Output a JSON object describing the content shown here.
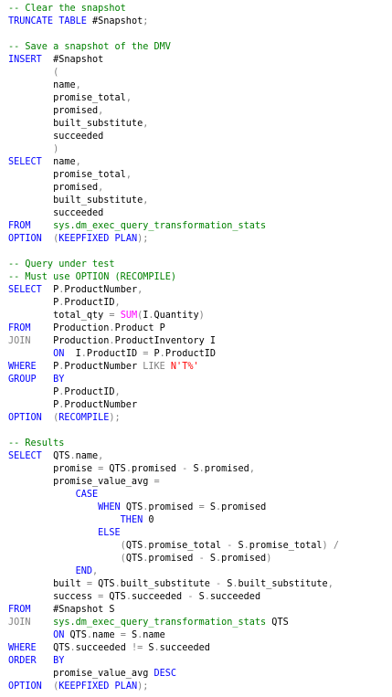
{
  "editor": {
    "lines": [
      [
        {
          "t": "-- Clear the snapshot",
          "c": "cm"
        }
      ],
      [
        {
          "t": "TRUNCATE TABLE",
          "c": "kw"
        },
        {
          "t": " #Snapshot",
          "c": "id"
        },
        {
          "t": ";",
          "c": "gr"
        }
      ],
      [],
      [
        {
          "t": "-- Save a snapshot of the DMV",
          "c": "cm"
        }
      ],
      [
        {
          "t": "INSERT",
          "c": "kw"
        },
        {
          "t": "  #Snapshot",
          "c": "id"
        }
      ],
      [
        {
          "t": "        (",
          "c": "gr"
        }
      ],
      [
        {
          "t": "        name",
          "c": "id"
        },
        {
          "t": ",",
          "c": "gr"
        }
      ],
      [
        {
          "t": "        promise_total",
          "c": "id"
        },
        {
          "t": ",",
          "c": "gr"
        }
      ],
      [
        {
          "t": "        promised",
          "c": "id"
        },
        {
          "t": ",",
          "c": "gr"
        }
      ],
      [
        {
          "t": "        built_substitute",
          "c": "id"
        },
        {
          "t": ",",
          "c": "gr"
        }
      ],
      [
        {
          "t": "        succeeded",
          "c": "id"
        }
      ],
      [
        {
          "t": "        )",
          "c": "gr"
        }
      ],
      [
        {
          "t": "SELECT",
          "c": "kw"
        },
        {
          "t": "  name",
          "c": "id"
        },
        {
          "t": ",",
          "c": "gr"
        }
      ],
      [
        {
          "t": "        promise_total",
          "c": "id"
        },
        {
          "t": ",",
          "c": "gr"
        }
      ],
      [
        {
          "t": "        promised",
          "c": "id"
        },
        {
          "t": ",",
          "c": "gr"
        }
      ],
      [
        {
          "t": "        built_substitute",
          "c": "id"
        },
        {
          "t": ",",
          "c": "gr"
        }
      ],
      [
        {
          "t": "        succeeded",
          "c": "id"
        }
      ],
      [
        {
          "t": "FROM",
          "c": "kw"
        },
        {
          "t": "    ",
          "c": "id"
        },
        {
          "t": "sys.dm_exec_query_transformation_stats",
          "c": "sys"
        }
      ],
      [
        {
          "t": "OPTION",
          "c": "kw"
        },
        {
          "t": "  (",
          "c": "gr"
        },
        {
          "t": "KEEPFIXED PLAN",
          "c": "kw"
        },
        {
          "t": ");",
          "c": "gr"
        }
      ],
      [],
      [
        {
          "t": "-- Query under test",
          "c": "cm"
        }
      ],
      [
        {
          "t": "-- Must use OPTION (RECOMPILE)",
          "c": "cm"
        }
      ],
      [
        {
          "t": "SELECT",
          "c": "kw"
        },
        {
          "t": "  P",
          "c": "id"
        },
        {
          "t": ".",
          "c": "gr"
        },
        {
          "t": "ProductNumber",
          "c": "id"
        },
        {
          "t": ",",
          "c": "gr"
        }
      ],
      [
        {
          "t": "        P",
          "c": "id"
        },
        {
          "t": ".",
          "c": "gr"
        },
        {
          "t": "ProductID",
          "c": "id"
        },
        {
          "t": ",",
          "c": "gr"
        }
      ],
      [
        {
          "t": "        total_qty ",
          "c": "id"
        },
        {
          "t": "=",
          "c": "gr"
        },
        {
          "t": " ",
          "c": "id"
        },
        {
          "t": "SUM",
          "c": "fn"
        },
        {
          "t": "(",
          "c": "gr"
        },
        {
          "t": "I",
          "c": "id"
        },
        {
          "t": ".",
          "c": "gr"
        },
        {
          "t": "Quantity",
          "c": "id"
        },
        {
          "t": ")",
          "c": "gr"
        }
      ],
      [
        {
          "t": "FROM",
          "c": "kw"
        },
        {
          "t": "    Production",
          "c": "id"
        },
        {
          "t": ".",
          "c": "gr"
        },
        {
          "t": "Product P",
          "c": "id"
        }
      ],
      [
        {
          "t": "JOIN",
          "c": "gr"
        },
        {
          "t": "    Production",
          "c": "id"
        },
        {
          "t": ".",
          "c": "gr"
        },
        {
          "t": "ProductInventory I",
          "c": "id"
        }
      ],
      [
        {
          "t": "        ",
          "c": "id"
        },
        {
          "t": "ON",
          "c": "kw"
        },
        {
          "t": "  I",
          "c": "id"
        },
        {
          "t": ".",
          "c": "gr"
        },
        {
          "t": "ProductID ",
          "c": "id"
        },
        {
          "t": "=",
          "c": "gr"
        },
        {
          "t": " P",
          "c": "id"
        },
        {
          "t": ".",
          "c": "gr"
        },
        {
          "t": "ProductID",
          "c": "id"
        }
      ],
      [
        {
          "t": "WHERE",
          "c": "kw"
        },
        {
          "t": "   P",
          "c": "id"
        },
        {
          "t": ".",
          "c": "gr"
        },
        {
          "t": "ProductNumber ",
          "c": "id"
        },
        {
          "t": "LIKE",
          "c": "gr"
        },
        {
          "t": " ",
          "c": "id"
        },
        {
          "t": "N'T%'",
          "c": "str"
        }
      ],
      [
        {
          "t": "GROUP",
          "c": "kw"
        },
        {
          "t": "   ",
          "c": "id"
        },
        {
          "t": "BY",
          "c": "kw"
        }
      ],
      [
        {
          "t": "        P",
          "c": "id"
        },
        {
          "t": ".",
          "c": "gr"
        },
        {
          "t": "ProductID",
          "c": "id"
        },
        {
          "t": ",",
          "c": "gr"
        }
      ],
      [
        {
          "t": "        P",
          "c": "id"
        },
        {
          "t": ".",
          "c": "gr"
        },
        {
          "t": "ProductNumber",
          "c": "id"
        }
      ],
      [
        {
          "t": "OPTION",
          "c": "kw"
        },
        {
          "t": "  (",
          "c": "gr"
        },
        {
          "t": "RECOMPILE",
          "c": "kw"
        },
        {
          "t": ");",
          "c": "gr"
        }
      ],
      [],
      [
        {
          "t": "-- Results",
          "c": "cm"
        }
      ],
      [
        {
          "t": "SELECT",
          "c": "kw"
        },
        {
          "t": "  QTS",
          "c": "id"
        },
        {
          "t": ".",
          "c": "gr"
        },
        {
          "t": "name",
          "c": "id"
        },
        {
          "t": ",",
          "c": "gr"
        }
      ],
      [
        {
          "t": "        promise ",
          "c": "id"
        },
        {
          "t": "=",
          "c": "gr"
        },
        {
          "t": " QTS",
          "c": "id"
        },
        {
          "t": ".",
          "c": "gr"
        },
        {
          "t": "promised ",
          "c": "id"
        },
        {
          "t": "-",
          "c": "gr"
        },
        {
          "t": " S",
          "c": "id"
        },
        {
          "t": ".",
          "c": "gr"
        },
        {
          "t": "promised",
          "c": "id"
        },
        {
          "t": ",",
          "c": "gr"
        }
      ],
      [
        {
          "t": "        promise_value_avg ",
          "c": "id"
        },
        {
          "t": "=",
          "c": "gr"
        }
      ],
      [
        {
          "t": "            ",
          "c": "id"
        },
        {
          "t": "CASE",
          "c": "kw"
        }
      ],
      [
        {
          "t": "                ",
          "c": "id"
        },
        {
          "t": "WHEN",
          "c": "kw"
        },
        {
          "t": " QTS",
          "c": "id"
        },
        {
          "t": ".",
          "c": "gr"
        },
        {
          "t": "promised ",
          "c": "id"
        },
        {
          "t": "=",
          "c": "gr"
        },
        {
          "t": " S",
          "c": "id"
        },
        {
          "t": ".",
          "c": "gr"
        },
        {
          "t": "promised",
          "c": "id"
        }
      ],
      [
        {
          "t": "                    ",
          "c": "id"
        },
        {
          "t": "THEN",
          "c": "kw"
        },
        {
          "t": " 0",
          "c": "id"
        }
      ],
      [
        {
          "t": "                ",
          "c": "id"
        },
        {
          "t": "ELSE",
          "c": "kw"
        }
      ],
      [
        {
          "t": "                    ",
          "c": "id"
        },
        {
          "t": "(",
          "c": "gr"
        },
        {
          "t": "QTS",
          "c": "id"
        },
        {
          "t": ".",
          "c": "gr"
        },
        {
          "t": "promise_total ",
          "c": "id"
        },
        {
          "t": "-",
          "c": "gr"
        },
        {
          "t": " S",
          "c": "id"
        },
        {
          "t": ".",
          "c": "gr"
        },
        {
          "t": "promise_total",
          "c": "id"
        },
        {
          "t": ")",
          "c": "gr"
        },
        {
          "t": " ",
          "c": "id"
        },
        {
          "t": "/",
          "c": "gr"
        }
      ],
      [
        {
          "t": "                    ",
          "c": "id"
        },
        {
          "t": "(",
          "c": "gr"
        },
        {
          "t": "QTS",
          "c": "id"
        },
        {
          "t": ".",
          "c": "gr"
        },
        {
          "t": "promised ",
          "c": "id"
        },
        {
          "t": "-",
          "c": "gr"
        },
        {
          "t": " S",
          "c": "id"
        },
        {
          "t": ".",
          "c": "gr"
        },
        {
          "t": "promised",
          "c": "id"
        },
        {
          "t": ")",
          "c": "gr"
        }
      ],
      [
        {
          "t": "            ",
          "c": "id"
        },
        {
          "t": "END",
          "c": "kw"
        },
        {
          "t": ",",
          "c": "gr"
        }
      ],
      [
        {
          "t": "        built ",
          "c": "id"
        },
        {
          "t": "=",
          "c": "gr"
        },
        {
          "t": " QTS",
          "c": "id"
        },
        {
          "t": ".",
          "c": "gr"
        },
        {
          "t": "built_substitute ",
          "c": "id"
        },
        {
          "t": "-",
          "c": "gr"
        },
        {
          "t": " S",
          "c": "id"
        },
        {
          "t": ".",
          "c": "gr"
        },
        {
          "t": "built_substitute",
          "c": "id"
        },
        {
          "t": ",",
          "c": "gr"
        }
      ],
      [
        {
          "t": "        success ",
          "c": "id"
        },
        {
          "t": "=",
          "c": "gr"
        },
        {
          "t": " QTS",
          "c": "id"
        },
        {
          "t": ".",
          "c": "gr"
        },
        {
          "t": "succeeded ",
          "c": "id"
        },
        {
          "t": "-",
          "c": "gr"
        },
        {
          "t": " S",
          "c": "id"
        },
        {
          "t": ".",
          "c": "gr"
        },
        {
          "t": "succeeded",
          "c": "id"
        }
      ],
      [
        {
          "t": "FROM",
          "c": "kw"
        },
        {
          "t": "    #Snapshot S",
          "c": "id"
        }
      ],
      [
        {
          "t": "JOIN",
          "c": "gr"
        },
        {
          "t": "    ",
          "c": "id"
        },
        {
          "t": "sys.dm_exec_query_transformation_stats",
          "c": "sys"
        },
        {
          "t": " QTS",
          "c": "id"
        }
      ],
      [
        {
          "t": "        ",
          "c": "id"
        },
        {
          "t": "ON",
          "c": "kw"
        },
        {
          "t": " QTS",
          "c": "id"
        },
        {
          "t": ".",
          "c": "gr"
        },
        {
          "t": "name ",
          "c": "id"
        },
        {
          "t": "=",
          "c": "gr"
        },
        {
          "t": " S",
          "c": "id"
        },
        {
          "t": ".",
          "c": "gr"
        },
        {
          "t": "name",
          "c": "id"
        }
      ],
      [
        {
          "t": "WHERE",
          "c": "kw"
        },
        {
          "t": "   QTS",
          "c": "id"
        },
        {
          "t": ".",
          "c": "gr"
        },
        {
          "t": "succeeded ",
          "c": "id"
        },
        {
          "t": "!=",
          "c": "gr"
        },
        {
          "t": " S",
          "c": "id"
        },
        {
          "t": ".",
          "c": "gr"
        },
        {
          "t": "succeeded",
          "c": "id"
        }
      ],
      [
        {
          "t": "ORDER",
          "c": "kw"
        },
        {
          "t": "   ",
          "c": "id"
        },
        {
          "t": "BY",
          "c": "kw"
        }
      ],
      [
        {
          "t": "        promise_value_avg ",
          "c": "id"
        },
        {
          "t": "DESC",
          "c": "kw"
        }
      ],
      [
        {
          "t": "OPTION",
          "c": "kw"
        },
        {
          "t": "  (",
          "c": "gr"
        },
        {
          "t": "KEEPFIXED PLAN",
          "c": "kw"
        },
        {
          "t": ");",
          "c": "gr"
        }
      ]
    ]
  },
  "colors": {
    "keyword": "#0000ff",
    "comment": "#008000",
    "operator": "#808080",
    "system_object": "#008000",
    "function": "#ff00ff",
    "string": "#ff0000",
    "identifier": "#000000",
    "background": "#ffffff"
  }
}
